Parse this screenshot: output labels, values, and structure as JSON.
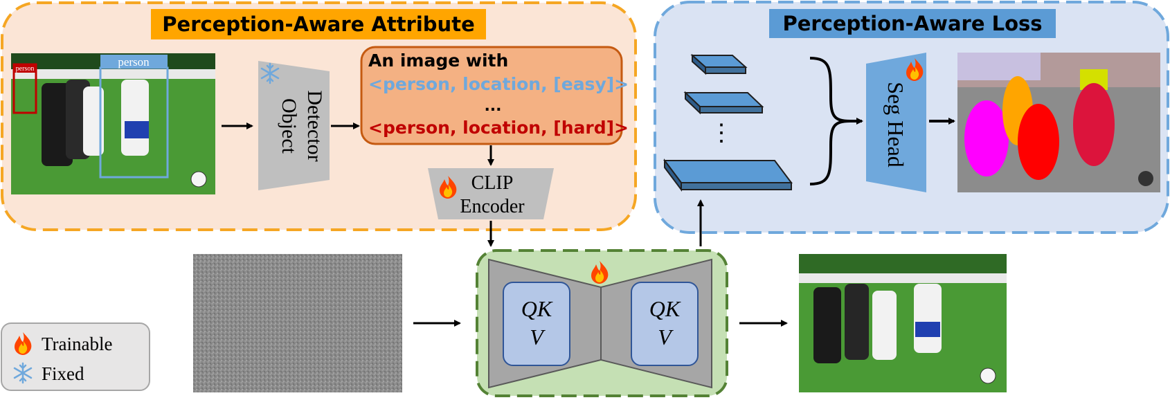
{
  "colors": {
    "attribute_panel_bg": "#fbe5d6",
    "attribute_panel_border": "#f5a623",
    "attribute_title_bg": "#ffa500",
    "loss_panel_bg": "#dae3f3",
    "loss_panel_border": "#6fa8dc",
    "loss_title_bg": "#5b9bd5",
    "prompt_box_bg": "#f4b183",
    "prompt_box_border": "#c55a11",
    "easy_text": "#6fa8dc",
    "hard_text": "#c00000",
    "unet_bg": "#c5e0b4",
    "unet_border": "#548235",
    "attn_block_bg": "#b4c7e7",
    "encoder_gray": "#bfbfbf",
    "seg_head_blue": "#6fa8dc",
    "feature_blue": "#5b9bd5",
    "legend_bg": "#e7e6e6"
  },
  "icons": {
    "trainable": "fire-icon",
    "fixed": "snowflake-icon"
  },
  "attribute_panel": {
    "title": "Perception-Aware Attribute",
    "input_image_labels": [
      "person",
      "person"
    ],
    "detector_line1": "Object",
    "detector_line2": "Detector",
    "prompt_line1": "An image with",
    "prompt_easy": "<person, location, [easy]>",
    "prompt_ellipsis": "...",
    "prompt_hard": "<person, location, [hard]>",
    "encoder_line1": "CLIP",
    "encoder_line2": "Encoder"
  },
  "loss_panel": {
    "title": "Perception-Aware Loss",
    "feature_ellipsis": "⋮",
    "seg_head_label": "Seg Head"
  },
  "unet": {
    "left_block_line1": "QK",
    "left_block_line2": "V",
    "right_block_line1": "QK",
    "right_block_line2": "V"
  },
  "legend": {
    "trainable": "Trainable",
    "fixed": "Fixed"
  }
}
